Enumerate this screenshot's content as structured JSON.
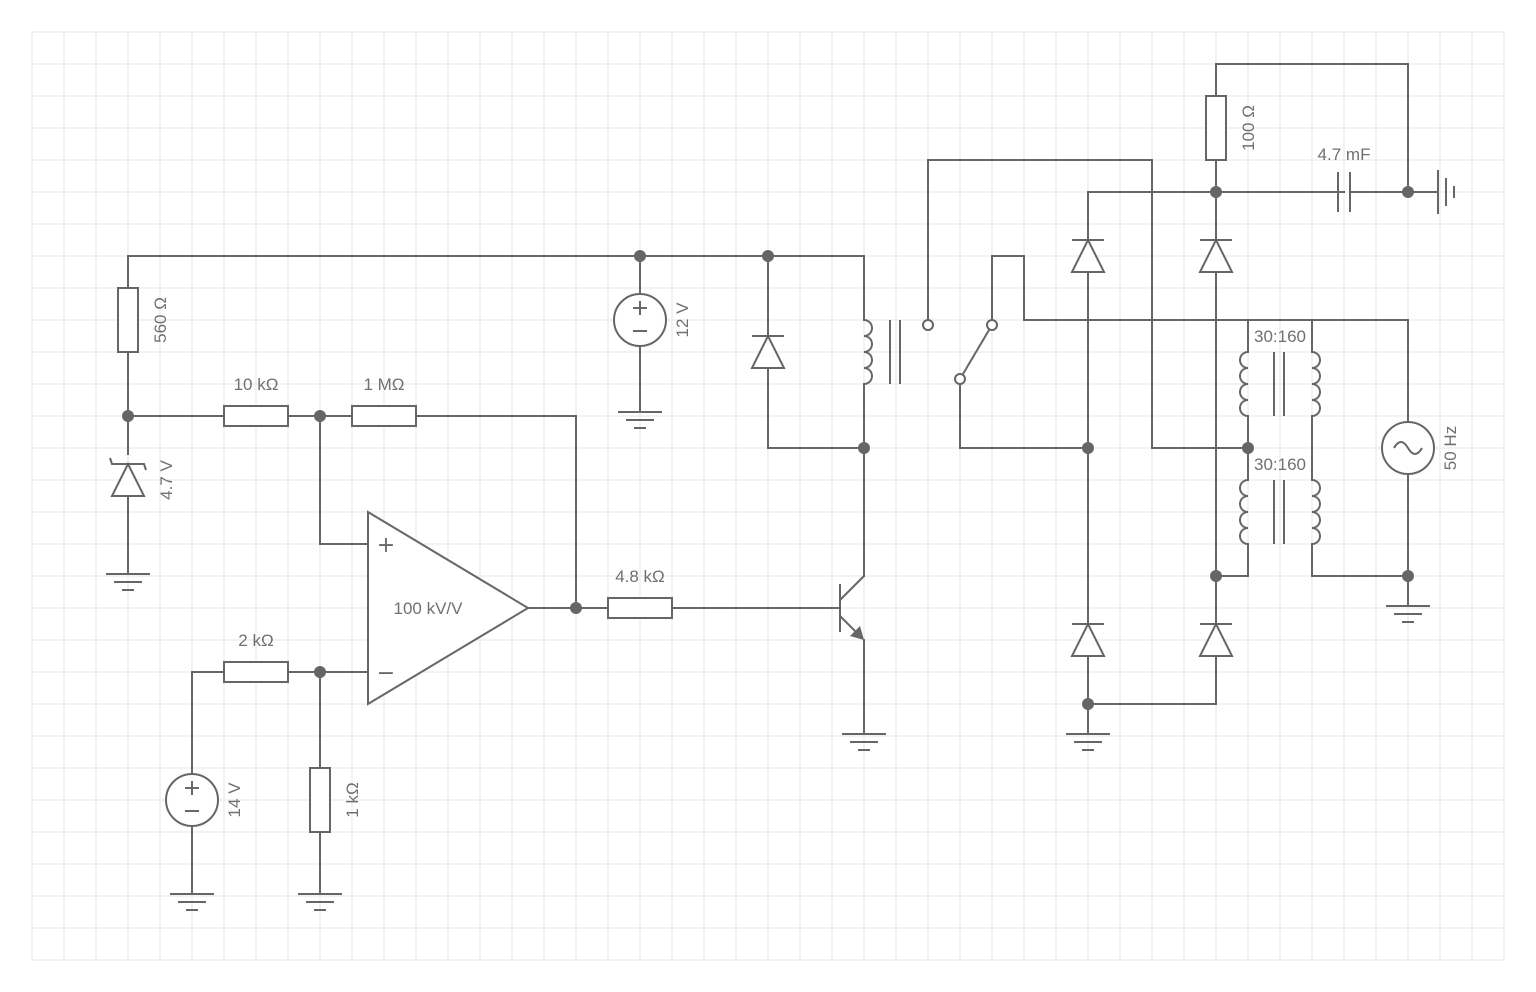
{
  "labels": {
    "r_560": "560 Ω",
    "r_10k": "10 kΩ",
    "r_1m": "1 MΩ",
    "zener": "4.7 V",
    "opamp_gain": "100 kV/V",
    "opamp_plus": "+",
    "opamp_minus": "−",
    "r_2k": "2 kΩ",
    "r_1k": "1 kΩ",
    "v_14": "14 V",
    "v_12": "12 V",
    "r_4k8": "4.8 kΩ",
    "r_100": "100 Ω",
    "c_4m7": "4.7 mF",
    "xfmr_top": "30:160",
    "xfmr_bottom": "30:160",
    "ac_source": "50 Hz"
  },
  "colors": {
    "wire": "#666666",
    "grid": "#e6e6e6",
    "background": "#ffffff"
  }
}
